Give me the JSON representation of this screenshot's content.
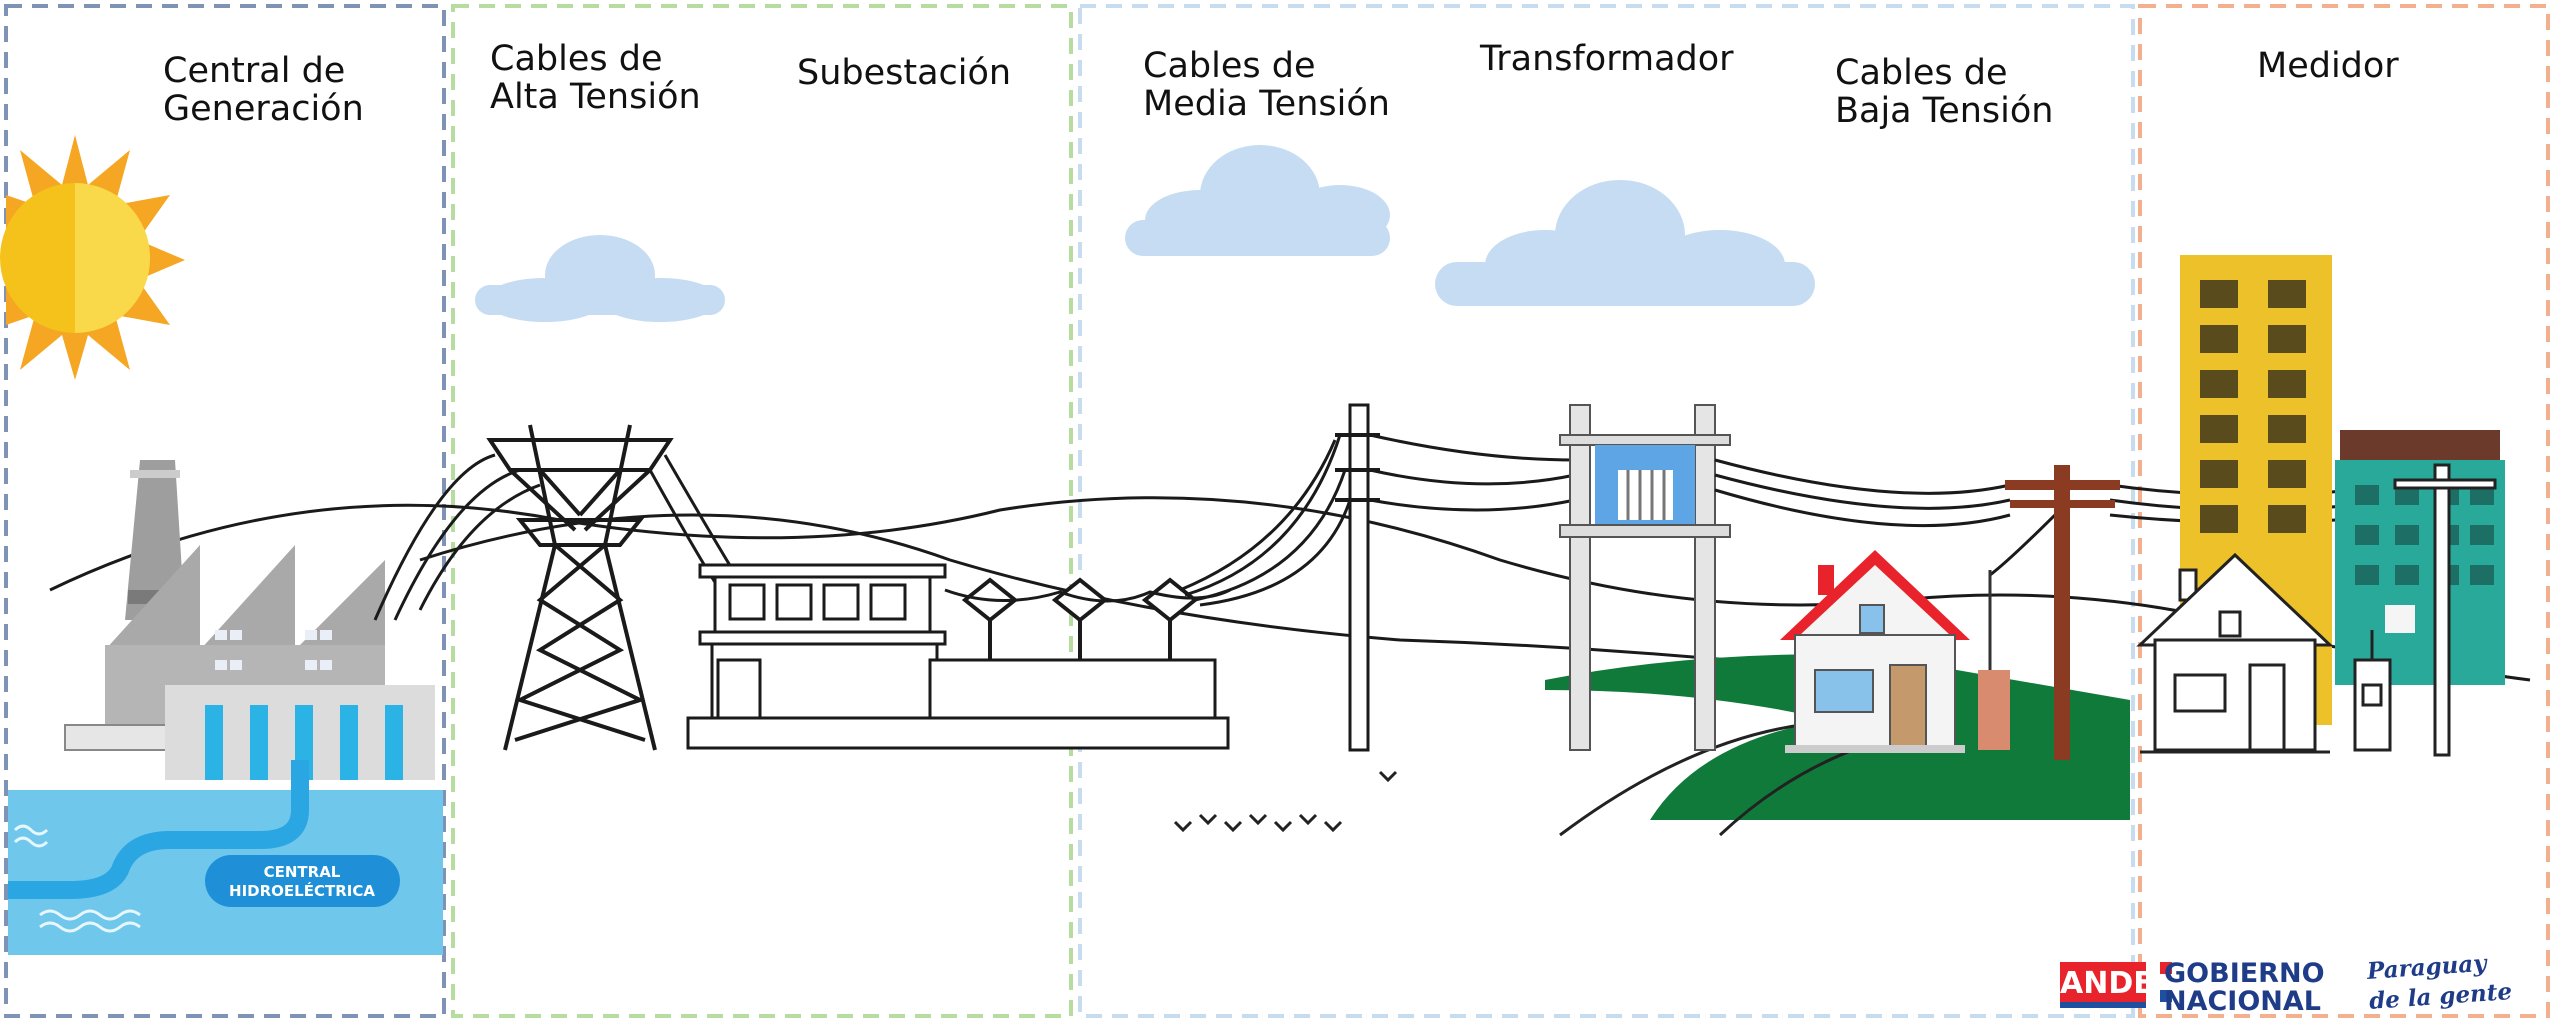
{
  "stages": [
    {
      "id": "generation",
      "label": "Central de\nGeneración"
    },
    {
      "id": "hv-cables",
      "label": "Cables de\nAlta Tensión"
    },
    {
      "id": "substation",
      "label": "Subestación"
    },
    {
      "id": "mv-cables",
      "label": "Cables de\nMedia Tensión"
    },
    {
      "id": "transformer",
      "label": "Transformador"
    },
    {
      "id": "lv-cables",
      "label": "Cables de\nBaja Tensión"
    },
    {
      "id": "meter",
      "label": "Medidor"
    }
  ],
  "plant_badge": {
    "line1": "CENTRAL",
    "line2": "HIDROELÉCTRICA"
  },
  "logos": {
    "ande": "ANDE",
    "gobierno": "GOBIERNO\nNACIONAL",
    "paraguay": "Paraguay\nde la gente"
  },
  "colors": {
    "panel1": "#7f93b6",
    "panel2": "#b7dca0",
    "panel3": "#c7dcef",
    "panel4": "#f2b08e",
    "sun": "#f5c21b",
    "cloud": "#c6dcf2",
    "water": "#6fc7ec",
    "grass": "#0f7a3a",
    "roof": "#e8232b",
    "building_yellow": "#edc12a",
    "building_teal": "#28a99a",
    "pole": "#8b3b22"
  }
}
